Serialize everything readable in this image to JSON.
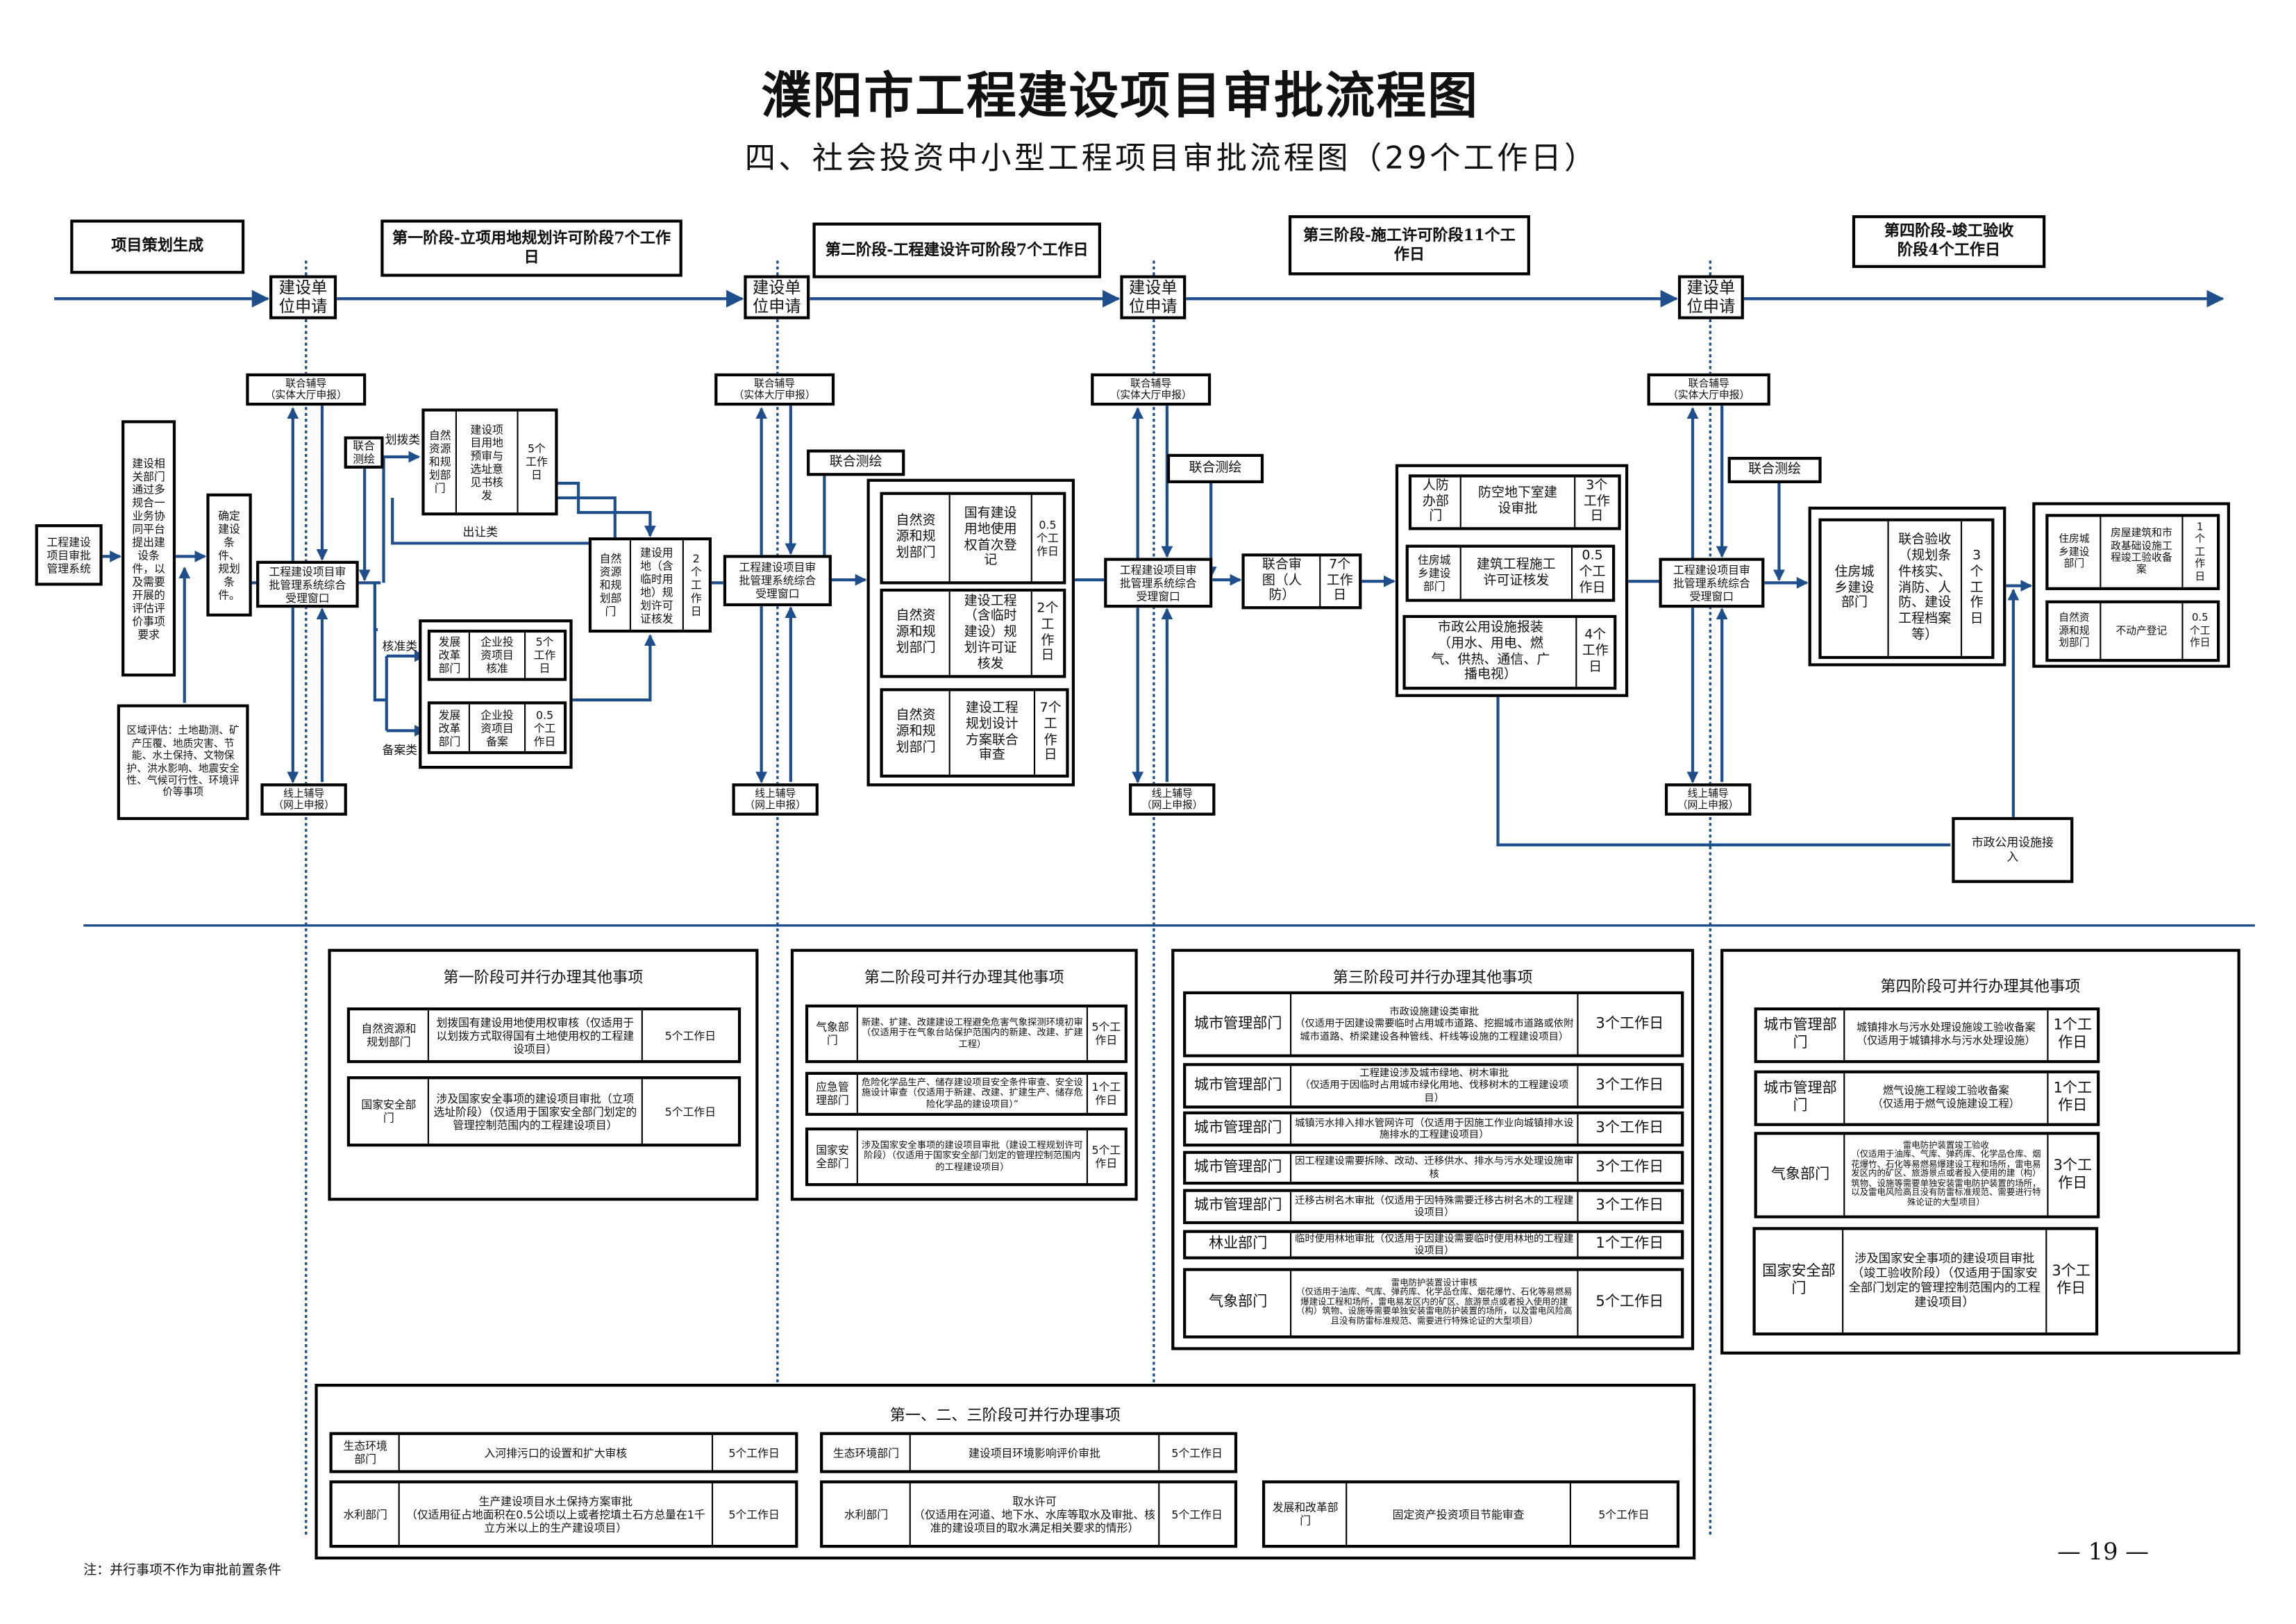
{
  "title": "濮阳市工程建设项目审批流程图",
  "subtitle": "四、社会投资中小型工程项目审批流程图（29个工作日）",
  "colors": {
    "flow_line": "#1f4e8c",
    "box_border": "#000000"
  },
  "stage_headers": {
    "planning": "项目策划生成",
    "stage1": "第一阶段-立项用地规划许可阶段7个工作日",
    "stage2": "第二阶段-工程建设许可阶段7个工作日",
    "stage3": "第三阶段-施工许可阶段11个工作日",
    "stage4": "第四阶段-竣工验收\n阶段4个工作日"
  },
  "common": {
    "apply": "建设单\n位申请",
    "joint_guide": "联合辅导\n（实体大厅申报）",
    "online_guide": "线上辅导\n（网上申报）",
    "window": "工程建设项目审\n批管理系统综合\n受理窗口",
    "joint_survey": "联合测绘"
  },
  "planning": {
    "system": "工程建设\n项目审批\n管理系统",
    "depts": "建设相\n关部门\n通过多\n规合一\n业务协\n同平台\n提出建\n设条\n件，以\n及需要\n开展的\n评估评\n价事项\n要求",
    "conditions": "确定\n建设\n条\n件、\n规划\n条\n件。",
    "regional": "区域评估：土地勘测、矿产压覆、地质灾害、节能、水土保持、文物保护、洪水影响、地震安全性、气候可行性、环境评价等事项"
  },
  "stage1": {
    "joint_survey": "联合\n测绘",
    "label_allocation": "划拨类",
    "label_transfer": "出让类",
    "label_approval": "核准类",
    "label_filing": "备案类",
    "site_selection": {
      "dept": "自然\n资源\n和规\n划部\n门",
      "item": "建设项\n目用地\n预审与\n选址意\n见书核\n发",
      "days": "5个\n工作\n日"
    },
    "land_permit": {
      "dept": "自然\n资源\n和规\n划部\n门",
      "item": "建设用\n地（含\n临时用\n地）规\n划许可\n证核发",
      "days": "2\n个\n工\n作\n日"
    },
    "approval": {
      "dept": "发展\n改革\n部门",
      "item": "企业投\n资项目\n核准",
      "days": "5个\n工作\n日"
    },
    "filing": {
      "dept": "发展\n改革\n部门",
      "item": "企业投\n资项目\n备案",
      "days": "0.5\n个工\n作日"
    }
  },
  "stage2": {
    "rows": [
      {
        "dept": "自然资\n源和规\n划部门",
        "item": "国有建设\n用地使用\n权首次登\n记",
        "days": "0.5\n个工\n作日"
      },
      {
        "dept": "自然资\n源和规\n划部门",
        "item": "建设工程\n（含临时\n建设）规\n划许可证\n核发",
        "days": "2个\n工\n作\n日"
      },
      {
        "dept": "自然资\n源和规\n划部门",
        "item": "建设工程\n规划设计\n方案联合\n审查",
        "days": "7个\n工\n作\n日"
      }
    ]
  },
  "stage3": {
    "joint_review": {
      "item": "联合审\n图（人\n防）",
      "days": "7个\n工作\n日"
    },
    "rows": [
      {
        "dept": "人防\n办部\n门",
        "item": "防空地下室建\n设审批",
        "days": "3个\n工作\n日"
      },
      {
        "dept": "住房城\n乡建设\n部门",
        "item": "建筑工程施工\n许可证核发",
        "days": "0.5\n个工\n作日"
      },
      {
        "item": "市政公用设施报装\n（用水、用电、燃\n气、供热、通信、广\n播电视）",
        "days": "4个\n工作\n日"
      }
    ]
  },
  "stage4": {
    "joint_acceptance": {
      "dept": "住房城\n乡建设\n部门",
      "item": "联合验收\n（规划条\n件核实、\n消防、人\n防、建设\n工程档案\n等）",
      "days": "3\n个\n工\n作\n日"
    },
    "rows": [
      {
        "dept": "住房城\n乡建设\n部门",
        "item": "房屋建筑和市\n政基础设施工\n程竣工验收备\n案",
        "days": "1\n个\n工\n作\n日"
      },
      {
        "dept": "自然资\n源和规\n划部门",
        "item": "不动产登记",
        "days": "0.5\n个工\n作日"
      }
    ],
    "utility_access": "市政公用设施接\n入"
  },
  "parallel": {
    "p1": {
      "title": "第一阶段可并行办理其他事项",
      "rows": [
        {
          "dept": "自然资源和\n规划部门",
          "item": "划拨国有建设用地使用权审核（仅适用于以划拨方式取得国有土地使用权的工程建设项目）",
          "days": "5个工作日"
        },
        {
          "dept": "国家安全部\n门",
          "item": "涉及国家安全事项的建设项目审批（立项选址阶段）（仅适用于国家安全部门划定的管理控制范围内的工程建设项目）",
          "days": "5个工作日"
        }
      ]
    },
    "p2": {
      "title": "第二阶段可并行办理其他事项",
      "rows": [
        {
          "dept": "气象部\n门",
          "item": "新建、扩建、改建建设工程避免危害气象探测环境初审（仅适用于在气象台站保护范围内的新建、改建、扩建工程）",
          "days": "5个工\n作日"
        },
        {
          "dept": "应急管\n理部门",
          "item": "危险化学品生产、储存建设项目安全条件审查、安全设施设计审查（仅适用于新建、改建、扩建生产、储存危险化学品的建设项目）”",
          "days": "1个工\n作日"
        },
        {
          "dept": "国家安\n全部门",
          "item": "涉及国家安全事项的建设项目审批（建设工程规划许可阶段）（仅适用于国家安全部门划定的管理控制范围内的工程建设项目）",
          "days": "5个工\n作日"
        }
      ]
    },
    "p3": {
      "title": "第三阶段可并行办理其他事项",
      "rows": [
        {
          "dept": "城市管理部门",
          "item": "市政设施建设类审批\n（仅适用于因建设需要临时占用城市道路、挖掘城市道路或依附城市道路、桥梁建设各种管线、杆线等设施的工程建设项目）",
          "days": "3个工作日"
        },
        {
          "dept": "城市管理部门",
          "item": "工程建设涉及城市绿地、树木审批\n（仅适用于因临时占用城市绿化用地、伐移树木的工程建设项目）",
          "days": "3个工作日"
        },
        {
          "dept": "城市管理部门",
          "item": "城镇污水排入排水管网许可（仅适用于因施工作业向城镇排水设施排水的工程建设项目）",
          "days": "3个工作日"
        },
        {
          "dept": "城市管理部门",
          "item": "因工程建设需要拆除、改动、迁移供水、排水与污水处理设施审核",
          "days": "3个工作日"
        },
        {
          "dept": "城市管理部门",
          "item": "迁移古树名木审批（仅适用于因特殊需要迁移古树名木的工程建设项目）",
          "days": "3个工作日"
        },
        {
          "dept": "林业部门",
          "item": "临时使用林地审批（仅适用于因建设需要临时使用林地的工程建设项目）",
          "days": "1个工作日"
        },
        {
          "dept": "气象部门",
          "item": "雷电防护装置设计审核\n（仅适用于油库、气库、弹药库、化学品仓库、烟花爆竹、石化等易燃易爆建设工程和场所，雷电易发区内的矿区、旅游景点或者投入使用的建（构）筑物、设施等需要单独安装雷电防护装置的场所，以及雷电风险高且没有防雷标准规范、需要进行特殊论证的大型项目）",
          "days": "5个工作日"
        }
      ]
    },
    "p4": {
      "title": "第四阶段可并行办理其他事项",
      "rows": [
        {
          "dept": "城市管理部\n门",
          "item": "城镇排水与污水处理设施竣工验收备案（仅适用于城镇排水与污水处理设施）",
          "days": "1个工作日"
        },
        {
          "dept": "城市管理部\n门",
          "item": "燃气设施工程竣工验收备案\n（仅适用于燃气设施建设工程）",
          "days": "1个工作日"
        },
        {
          "dept": "气象部门",
          "item": "雷电防护装置竣工验收\n（仅适用于油库、气库、弹药库、化学品仓库、烟花爆竹、石化等易燃易爆建设工程和场所，雷电易发区内的矿区、旅游景点或者投入使用的建（构）筑物、设施等需要单独安装雷电防护装置的场所，以及雷电风险高且没有防雷标准规范、需要进行特殊论证的大型项目）",
          "days": "3个工作日"
        },
        {
          "dept": "国家安全部\n门",
          "item": "涉及国家安全事项的建设项目审批（竣工验收阶段）（仅适用于国家安全部门划定的管理控制范围内的工程建设项目）",
          "days": "3个工作日"
        }
      ]
    },
    "combined": {
      "title": "第一、二、三阶段可并行办理事项",
      "rows": [
        {
          "dept": "生态环境\n部门",
          "item": "入河排污口的设置和扩大审核",
          "days": "5个工作日"
        },
        {
          "dept": "水利部门",
          "item": "生产建设项目水土保持方案审批\n（仅适用征占地面积在0.5公顷以上或者挖填土石方总量在1千立方米以上的生产建设项目）",
          "days": "5个工作日"
        },
        {
          "dept": "生态环境部门",
          "item": "建设项目环境影响评价审批",
          "days": "5个工作日"
        },
        {
          "dept": "水利部门",
          "item": "取水许可\n（仅适用在河道、地下水、水库等取水及审批、核准的建设项目的取水满足相关要求的情形）",
          "days": "5个工作日"
        },
        {
          "dept": "发展和改革部\n门",
          "item": "固定资产投资项目节能审查",
          "days": "5个工作日"
        }
      ]
    }
  },
  "note": "注：并行事项不作为审批前置条件",
  "page_number": "— 19 —"
}
